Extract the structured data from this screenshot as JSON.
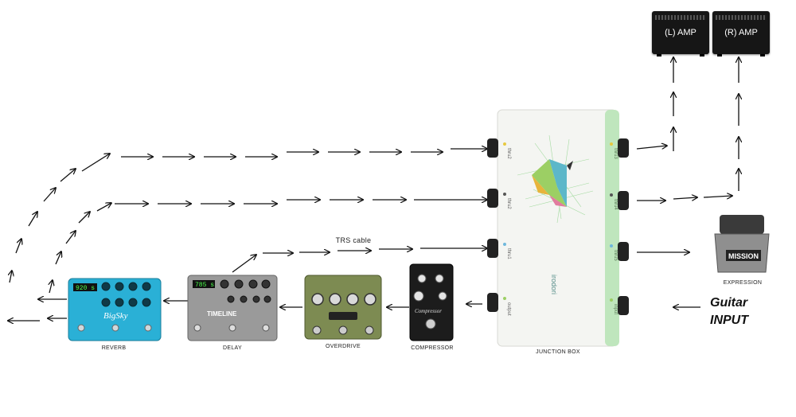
{
  "amps": {
    "left": "(L) AMP",
    "right": "(R) AMP"
  },
  "labels": {
    "reverb": "REVERB",
    "delay": "DELAY",
    "overdrive": "OVERDRIVE",
    "compressor": "COMPRESSOR",
    "junction_box": "JUNCTION BOX",
    "expression": "EXPRESSION",
    "guitar_input_line1": "Guitar",
    "guitar_input_line2": "INPUT",
    "trs_cable": "TRS cable"
  },
  "jacks_left": [
    "thru2",
    "thru2",
    "thru1",
    "output"
  ],
  "jacks_right": [
    "thru3",
    "thru4",
    "thru5",
    "input"
  ],
  "junction_box_brand": "irodori",
  "pedal_text": {
    "reverb_brand": "BigSky",
    "reverb_display": "920 s",
    "delay_brand": "TIMELINE",
    "delay_display": "785 s",
    "compressor_brand": "Compressor",
    "expression_brand": "MISSION"
  },
  "colors": {
    "reverb": "#2ab0d6",
    "delay": "#9a9a9a",
    "overdrive": "#7d8b52",
    "compressor": "#1c1c1c",
    "junction_box": "#f4f5f2",
    "junction_stripe": "#bfe6bd",
    "amp": "#161616"
  }
}
